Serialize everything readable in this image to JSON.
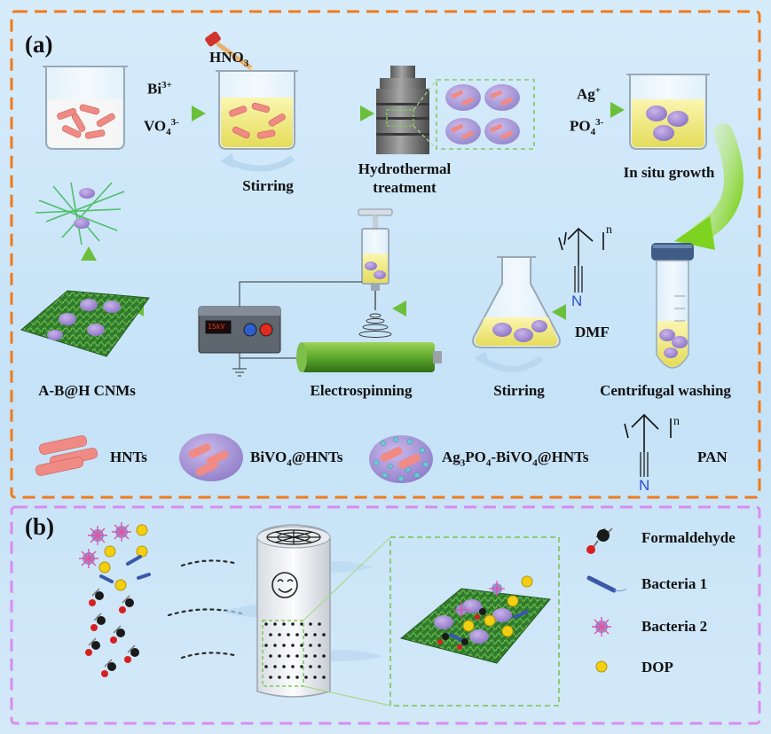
{
  "panel_a": {
    "tag": "(a)",
    "reagent_left_1": "Bi",
    "reagent_left_1_sup": "3+",
    "reagent_left_2": "VO",
    "reagent_left_2_sub": "4",
    "reagent_left_2_sup": "3-",
    "hno3": "HNO",
    "hno3_sub": "3",
    "stirring_top": "Stirring",
    "hydrothermal_1": "Hydrothermal",
    "hydrothermal_2": "treatment",
    "ag": "Ag",
    "ag_sup": "+",
    "po4": "PO",
    "po4_sub": "4",
    "po4_sup": "3-",
    "in_situ": "In situ growth",
    "dmf": "DMF",
    "stirring_bottom": "Stirring",
    "centrifugal": "Centrifugal washing",
    "electrospinning": "Electrospinning",
    "abh": "A-B@H CNMs",
    "pan_n": "n",
    "pan_N": "N",
    "display": "15kV"
  },
  "legend_a": {
    "hnts": "HNTs",
    "bivo4_1": "BiVO",
    "bivo4_sub": "4",
    "bivo4_2": "@HNTs",
    "ag3_1": "Ag",
    "ag3_sub": "3",
    "ag3_2": "PO",
    "ag3_sub2": "4",
    "ag3_3": "-BiVO",
    "ag3_sub3": "4",
    "ag3_4": "@HNTs",
    "pan": "PAN",
    "pan_n": "n",
    "pan_N": "N"
  },
  "panel_b": {
    "tag": "(b)",
    "legend": [
      {
        "label": "Formaldehyde",
        "icon": "formaldehyde-icon"
      },
      {
        "label": "Bacteria 1",
        "icon": "bacteria-rod-icon"
      },
      {
        "label": "Bacteria 2",
        "icon": "bacteria-spiky-icon"
      },
      {
        "label": "DOP",
        "icon": "dop-particle-icon"
      }
    ]
  },
  "colors": {
    "panel_a_border": "#f07a1a",
    "panel_b_border": "#d98bf0",
    "arrow_green": "#7cc241",
    "hnt_pink": "#f08a84",
    "solution_yellow": "#f0ea80",
    "mat_green": "#3e8f3a",
    "dop_yellow": "#f3cf12"
  }
}
